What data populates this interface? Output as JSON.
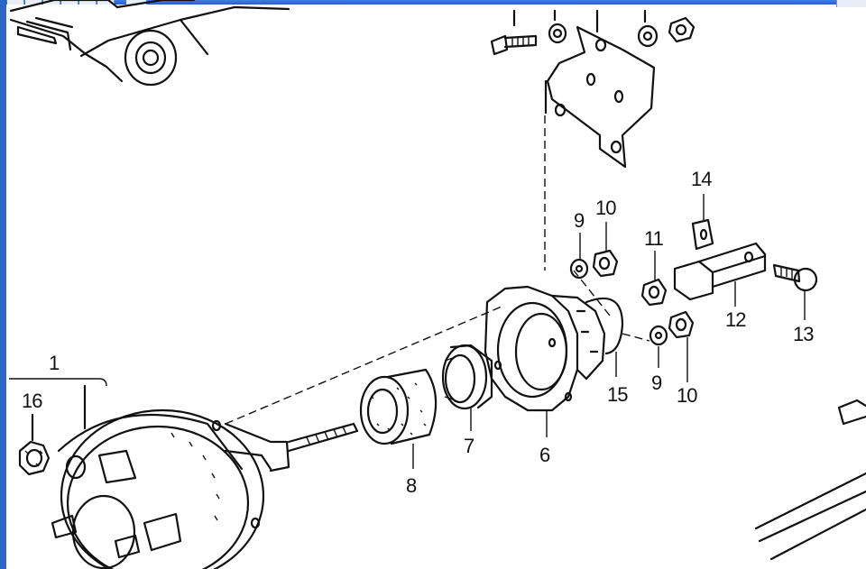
{
  "toolbar": {
    "buttons": [
      "nav-back",
      "nav-forward",
      "zoom",
      "nav-up",
      "close"
    ]
  },
  "callouts": [
    {
      "id": "1",
      "label": "1"
    },
    {
      "id": "16",
      "label": "16"
    },
    {
      "id": "8",
      "label": "8"
    },
    {
      "id": "7",
      "label": "7"
    },
    {
      "id": "6",
      "label": "6"
    },
    {
      "id": "15",
      "label": "15"
    },
    {
      "id": "9a",
      "label": "9"
    },
    {
      "id": "10a",
      "label": "10"
    },
    {
      "id": "11",
      "label": "11"
    },
    {
      "id": "14",
      "label": "14"
    },
    {
      "id": "12",
      "label": "12"
    },
    {
      "id": "13",
      "label": "13"
    },
    {
      "id": "9b",
      "label": "9"
    },
    {
      "id": "10b",
      "label": "10"
    }
  ],
  "colors": {
    "ink": "#111111",
    "paper": "#ffffff",
    "frame": "#2a66c8"
  }
}
